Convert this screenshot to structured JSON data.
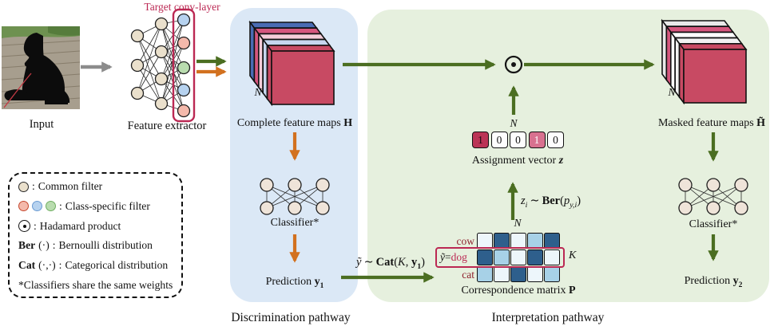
{
  "colors": {
    "accent": "#bb2853",
    "maroon": "#8f222f",
    "green": "#4b6e21",
    "orange": "#d2711f",
    "gray": "#8c8c8c",
    "region-blue": "#dbe8f6",
    "region-green": "#e6f0de",
    "m-dark": "#2e5f8c",
    "m-mid": "#a7d1e7",
    "m-light": "#edf6fb",
    "vec-crimson": "#bb3456",
    "vec-rose": "#d8718f",
    "beige": "#eae0cc",
    "node-classifier": "#efe4d9",
    "filter-red": "#f4b9ab",
    "filter-blue": "#b6d2ef",
    "filter-green": "#b9dcaf",
    "legend-red-stroke": "#c4472e",
    "legend-blue-stroke": "#6b9bd2",
    "legend-green-stroke": "#6fae61",
    "cube-blue": "#4a6cb4",
    "cube-rose": "#d5577e",
    "cube-lightpink": "#f4cdd9",
    "cube-lightblue": "#c7d6ee",
    "cube-crimson": "#c84a63",
    "cube-gray": "#e9e9e9",
    "cube-white": "#fcfcfc",
    "cube-white2": "#f2f2f2"
  },
  "labels": {
    "target": "Target conv-layer",
    "input": "Input",
    "extractor": "Feature extractor",
    "complete": "Complete feature maps ",
    "complete_sym": "H",
    "masked": "Masked feature maps ",
    "masked_sym": "H̃",
    "classifier": "Classifier*",
    "prediction": "Prediction ",
    "pred_sym": "y",
    "pred1_sub": "1",
    "pred2_sub": "2",
    "assignment": "Assignment vector ",
    "assignment_sym": "z",
    "correspondence": "Correspondence matrix ",
    "correspondence_sym": "P"
  },
  "math": {
    "N": "N",
    "K": "K"
  },
  "pathways": {
    "discrimination": "Discrimination pathway",
    "interpretation": "Interpretation pathway"
  },
  "formulas": {
    "cat": {
      "lhs": "ỹ",
      "sim": "∼",
      "fn": "Cat",
      "open": "(",
      "k": "K",
      "comma": ", ",
      "y": "y",
      "sub": "1",
      "close": ")"
    },
    "ber": {
      "z": "z",
      "zsub": "i",
      "sim": "∼",
      "fn": "Ber",
      "open": "(",
      "p": "p",
      "psub": "y,i",
      "close": ")"
    }
  },
  "vector": {
    "values": [
      "1",
      "0",
      "0",
      "1",
      "0"
    ],
    "cell_styles": [
      "crimson",
      "plain",
      "plain",
      "rose",
      "plain"
    ]
  },
  "matrix": {
    "row_labels": [
      "cow",
      "dog",
      "cat"
    ],
    "box": {
      "y": "ỹ",
      "eq": " = ",
      "label": "dog"
    },
    "cells": [
      [
        "light",
        "dark",
        "light",
        "mid",
        "dark"
      ],
      [
        "dark",
        "mid",
        "light",
        "dark",
        "light"
      ],
      [
        "mid",
        "light",
        "dark",
        "light",
        "mid"
      ]
    ]
  },
  "cubes": {
    "complete_layers": [
      "cube-blue",
      "cube-rose",
      "cube-lightpink",
      "cube-lightblue",
      "cube-crimson"
    ],
    "masked_layers": [
      "cube-gray",
      "cube-rose",
      "cube-white",
      "cube-white2",
      "cube-crimson"
    ]
  },
  "extractor_layer_colors": [
    "filter-blue",
    "filter-red",
    "filter-green",
    "filter-blue",
    "filter-red"
  ],
  "legend": {
    "common": {
      "sep": " : ",
      "text": "Common filter"
    },
    "class_specific": {
      "sep": " : ",
      "text": "Class-specific filter"
    },
    "hadamard": {
      "sep": " : ",
      "text": "Hadamard product"
    },
    "ber": {
      "fn": "Ber",
      "args": "(·)",
      "sep": " : ",
      "text": "Bernoulli distribution"
    },
    "cat": {
      "fn": "Cat",
      "args": "(·,·)",
      "sep": " : ",
      "text": "Categorical distribution"
    },
    "note": "*Classifiers share the same weights"
  }
}
